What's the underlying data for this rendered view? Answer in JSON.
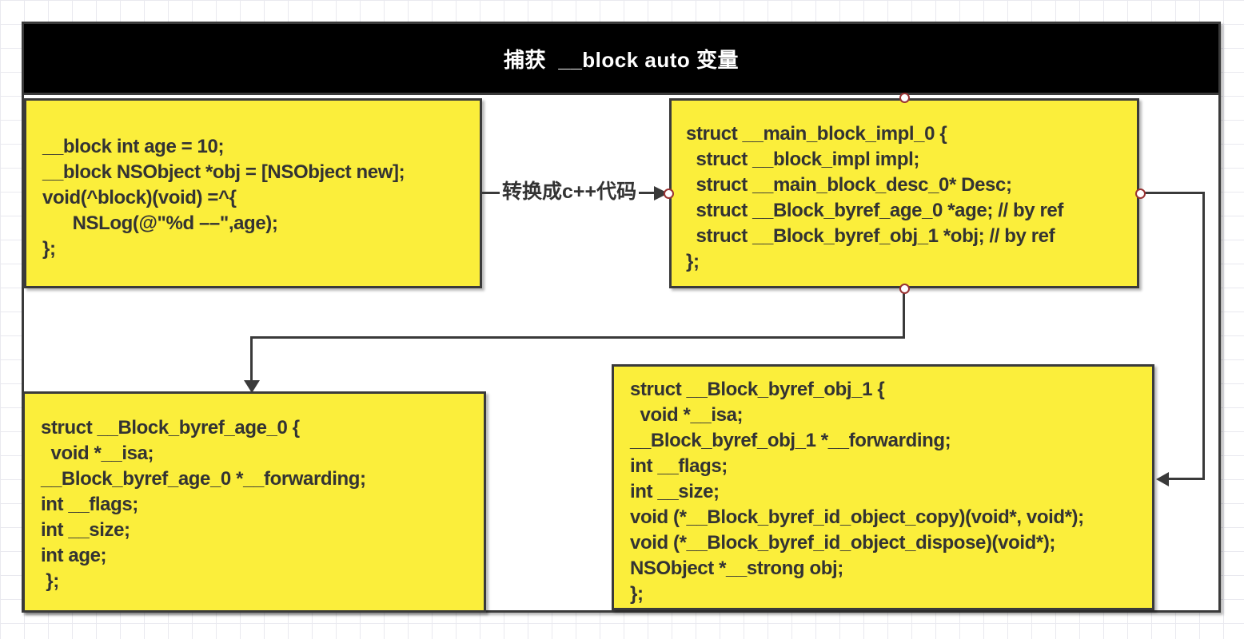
{
  "title": {
    "text": "捕获  __block auto 变量"
  },
  "connector_label": "转换成c++代码",
  "colors": {
    "box_fill": "#fbee3b",
    "box_border": "#3a3a3a",
    "code_text": "#333333",
    "title_bg": "#000000",
    "title_text": "#ffffff",
    "connector": "#3a3a3a",
    "port_ring": "#993333",
    "port_fill": "#ffffff",
    "grid_line": "#e9e9ef"
  },
  "boxes": {
    "objc_source": {
      "lines": [
        "__block int age = 10;",
        "__block NSObject *obj = [NSObject new];",
        "void(^block)(void) =^{",
        "      NSLog(@\"%d ––\",age);",
        "};"
      ]
    },
    "main_block_impl_struct": {
      "lines": [
        "struct __main_block_impl_0 {",
        "  struct __block_impl impl;",
        "  struct __main_block_desc_0* Desc;",
        "  struct __Block_byref_age_0 *age; // by ref",
        "  struct __Block_byref_obj_1 *obj; // by ref",
        "};"
      ]
    },
    "byref_age_struct": {
      "lines": [
        "struct __Block_byref_age_0 {",
        "  void *__isa;",
        "__Block_byref_age_0 *__forwarding;",
        "int __flags;",
        "int __size;",
        "int age;",
        " };"
      ]
    },
    "byref_obj_struct": {
      "lines": [
        "struct __Block_byref_obj_1 {",
        "  void *__isa;",
        "__Block_byref_obj_1 *__forwarding;",
        "int __flags;",
        "int __size;",
        "void (*__Block_byref_id_object_copy)(void*, void*);",
        "void (*__Block_byref_id_object_dispose)(void*);",
        "NSObject *__strong obj;",
        "};"
      ]
    }
  }
}
